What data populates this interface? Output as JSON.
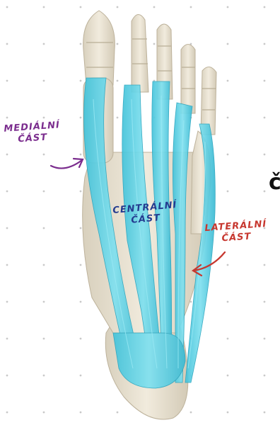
{
  "labels": {
    "medial": {
      "line1": "Mediální",
      "line2": "část"
    },
    "central": {
      "line1": "Centrální",
      "line2": "část"
    },
    "lateral": {
      "line1": "Laterální",
      "line2": "část"
    }
  },
  "edge_glyph": "č",
  "colors": {
    "background": "#ffffff",
    "dots": "#c9c9c9",
    "bone": "#e9e2d2",
    "bone_shade": "#cfc6b2",
    "aponeurosis": "#5fd3e6",
    "aponeurosis_dark": "#35b6cf",
    "medial_label": "#7b2d8e",
    "central_label": "#243b8f",
    "lateral_label": "#c7372f"
  }
}
